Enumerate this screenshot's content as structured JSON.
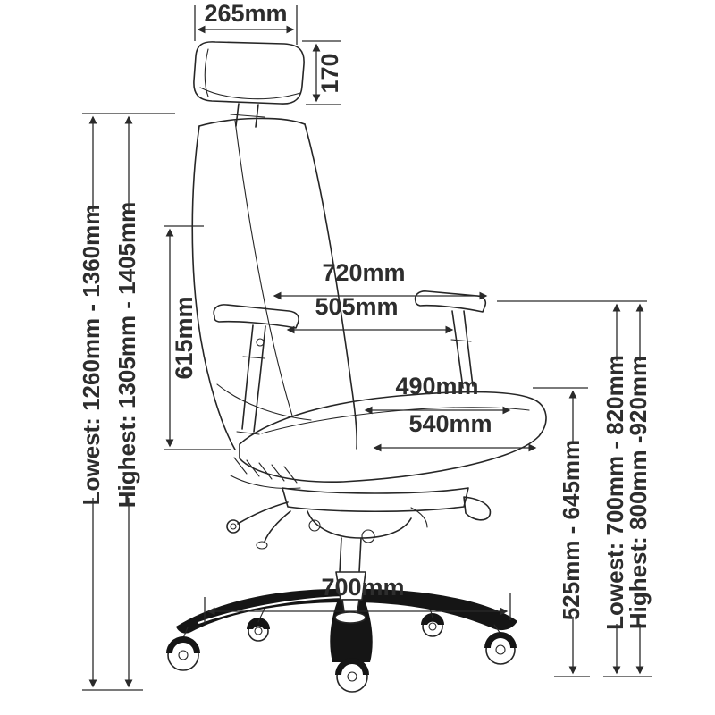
{
  "labels": {
    "headrest_width": "265mm",
    "headrest_height": "170",
    "backrest_height": "615mm",
    "overall_height_lowest": "Lowest: 1260mm - 1360mm",
    "overall_height_highest": "Highest: 1305mm - 1405mm",
    "armrest_span_outer": "720mm",
    "armrest_span_inner": "505mm",
    "seat_width": "490mm",
    "seat_depth": "540mm",
    "base_diameter": "700mm",
    "seat_height_range": "525mm - 645mm",
    "armrest_height_lowest": "Lowest: 700mm - 820mm",
    "armrest_height_highest": "Highest: 800mm -920mm"
  },
  "colors": {
    "line": "#2a2a2a",
    "text": "#2d2d2d",
    "base_fill": "#151515",
    "background": "#ffffff"
  }
}
